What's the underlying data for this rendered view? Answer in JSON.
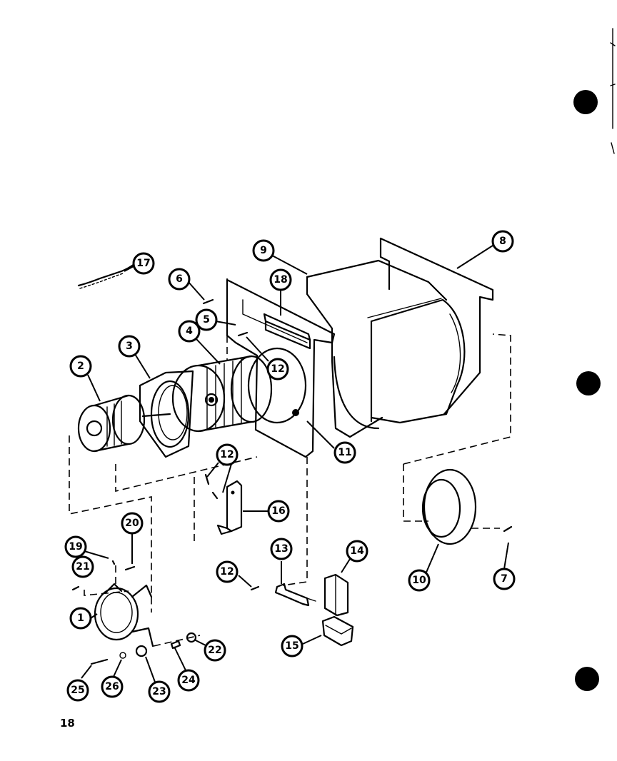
{
  "page_number": "18",
  "callouts": {
    "c1": "1",
    "c2": "2",
    "c3": "3",
    "c4": "4",
    "c5": "5",
    "c6": "6",
    "c7": "7",
    "c8": "8",
    "c9": "9",
    "c10": "10",
    "c11": "11",
    "c12a": "12",
    "c12b": "12",
    "c12c": "12",
    "c13": "13",
    "c14": "14",
    "c15": "15",
    "c16": "16",
    "c17": "17",
    "c18": "18",
    "c19": "19",
    "c20": "20",
    "c21": "21",
    "c22": "22",
    "c23": "23",
    "c24": "24",
    "c25": "25",
    "c26": "26"
  }
}
